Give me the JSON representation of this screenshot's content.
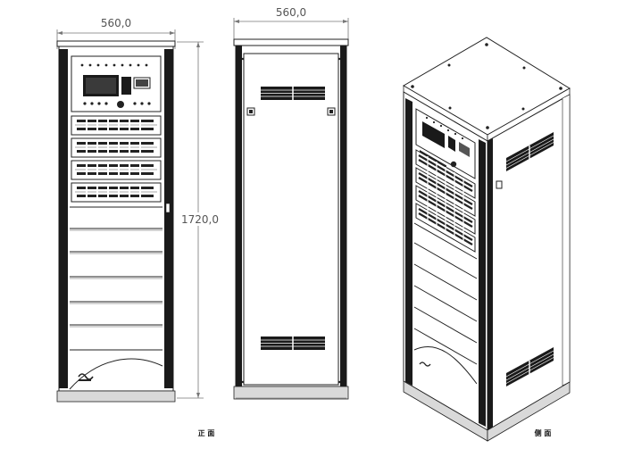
{
  "dimensions": {
    "front_width": "560,0",
    "back_width": "560,0",
    "height": "1720,0"
  },
  "captions": {
    "front_view": "正 面",
    "side_view": "侧 面"
  },
  "colors": {
    "line": "#222222",
    "dimension": "#777777",
    "frame": "#1a1a1a"
  }
}
